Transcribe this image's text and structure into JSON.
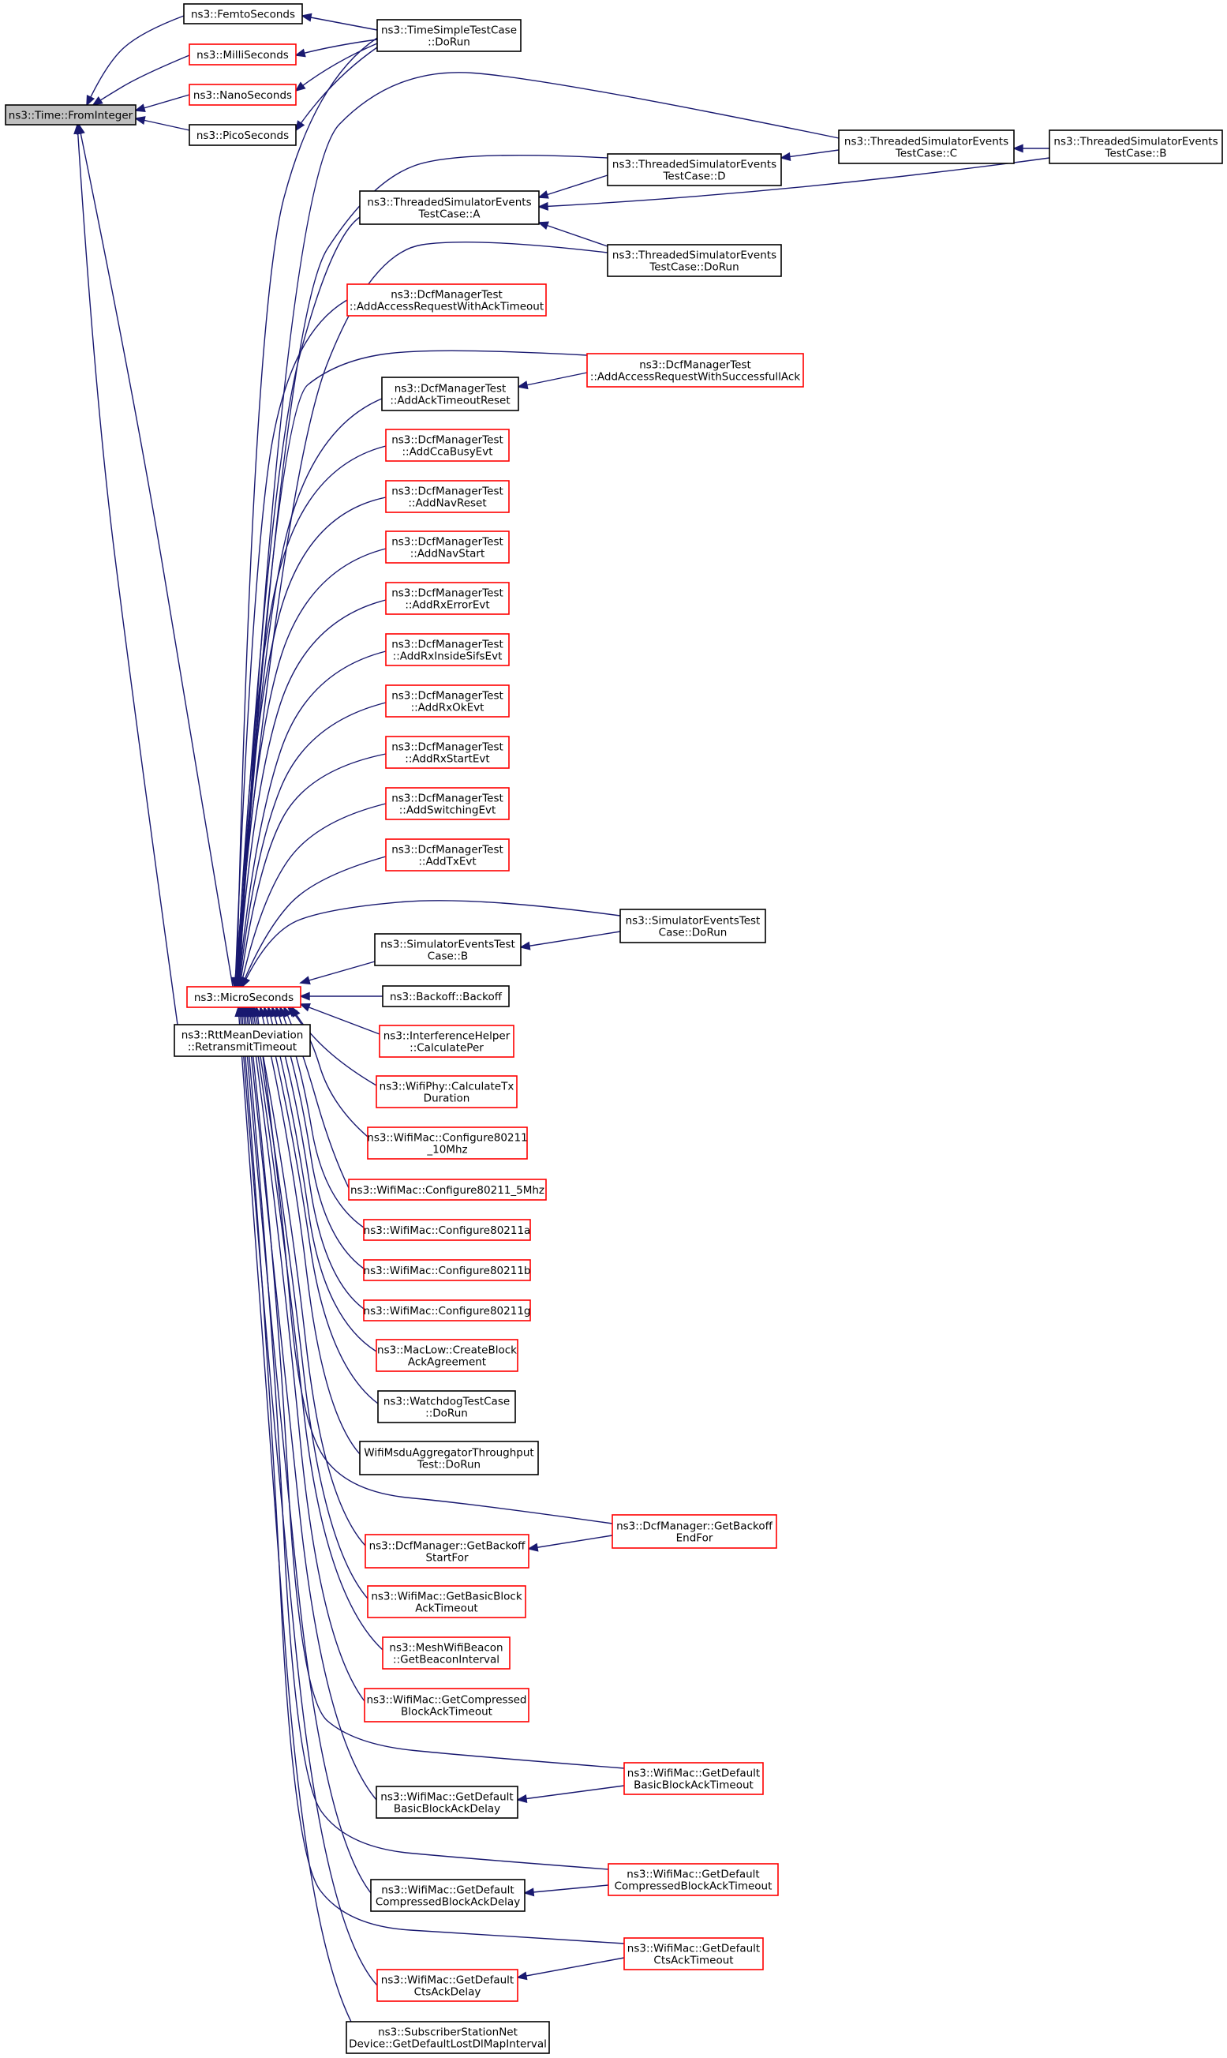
{
  "diagram": {
    "colors": {
      "edge": "#191970",
      "black_border": "#000000",
      "red_border": "#ff0000",
      "root_fill": "#bfbfbf",
      "fill": "#ffffff"
    },
    "nodes": [
      {
        "id": "fromInteger",
        "lines": [
          "ns3::Time::FromInteger"
        ],
        "border": "black",
        "fill": "root"
      },
      {
        "id": "femto",
        "lines": [
          "ns3::FemtoSeconds"
        ],
        "border": "black"
      },
      {
        "id": "milli",
        "lines": [
          "ns3::MilliSeconds"
        ],
        "border": "red"
      },
      {
        "id": "nano",
        "lines": [
          "ns3::NanoSeconds"
        ],
        "border": "red"
      },
      {
        "id": "pico",
        "lines": [
          "ns3::PicoSeconds"
        ],
        "border": "black"
      },
      {
        "id": "micro",
        "lines": [
          "ns3::MicroSeconds"
        ],
        "border": "red"
      },
      {
        "id": "rtt",
        "lines": [
          "ns3::RttMeanDeviation",
          "::RetransmitTimeout"
        ],
        "border": "black"
      },
      {
        "id": "timeSimple",
        "lines": [
          "ns3::TimeSimpleTestCase",
          "::DoRun"
        ],
        "border": "black"
      },
      {
        "id": "tsA",
        "lines": [
          "ns3::ThreadedSimulatorEvents",
          "TestCase::A"
        ],
        "border": "black"
      },
      {
        "id": "tsD",
        "lines": [
          "ns3::ThreadedSimulatorEvents",
          "TestCase::D"
        ],
        "border": "black"
      },
      {
        "id": "tsC",
        "lines": [
          "ns3::ThreadedSimulatorEvents",
          "TestCase::C"
        ],
        "border": "black"
      },
      {
        "id": "tsB",
        "lines": [
          "ns3::ThreadedSimulatorEvents",
          "TestCase::B"
        ],
        "border": "black"
      },
      {
        "id": "tsDoRun",
        "lines": [
          "ns3::ThreadedSimulatorEvents",
          "TestCase::DoRun"
        ],
        "border": "black"
      },
      {
        "id": "dcfAccAck",
        "lines": [
          "ns3::DcfManagerTest",
          "::AddAccessRequestWithAckTimeout"
        ],
        "border": "red"
      },
      {
        "id": "dcfAccSucc",
        "lines": [
          "ns3::DcfManagerTest",
          "::AddAccessRequestWithSuccessfullAck"
        ],
        "border": "red"
      },
      {
        "id": "dcfAckReset",
        "lines": [
          "ns3::DcfManagerTest",
          "::AddAckTimeoutReset"
        ],
        "border": "black"
      },
      {
        "id": "dcfCca",
        "lines": [
          "ns3::DcfManagerTest",
          "::AddCcaBusyEvt"
        ],
        "border": "red"
      },
      {
        "id": "dcfNavReset",
        "lines": [
          "ns3::DcfManagerTest",
          "::AddNavReset"
        ],
        "border": "red"
      },
      {
        "id": "dcfNavStart",
        "lines": [
          "ns3::DcfManagerTest",
          "::AddNavStart"
        ],
        "border": "red"
      },
      {
        "id": "dcfRxErr",
        "lines": [
          "ns3::DcfManagerTest",
          "::AddRxErrorEvt"
        ],
        "border": "red"
      },
      {
        "id": "dcfRxSifs",
        "lines": [
          "ns3::DcfManagerTest",
          "::AddRxInsideSifsEvt"
        ],
        "border": "red"
      },
      {
        "id": "dcfRxOk",
        "lines": [
          "ns3::DcfManagerTest",
          "::AddRxOkEvt"
        ],
        "border": "red"
      },
      {
        "id": "dcfRxStart",
        "lines": [
          "ns3::DcfManagerTest",
          "::AddRxStartEvt"
        ],
        "border": "red"
      },
      {
        "id": "dcfSwitch",
        "lines": [
          "ns3::DcfManagerTest",
          "::AddSwitchingEvt"
        ],
        "border": "red"
      },
      {
        "id": "dcfTx",
        "lines": [
          "ns3::DcfManagerTest",
          "::AddTxEvt"
        ],
        "border": "red"
      },
      {
        "id": "simB",
        "lines": [
          "ns3::SimulatorEventsTest",
          "Case::B"
        ],
        "border": "black"
      },
      {
        "id": "simDoRun",
        "lines": [
          "ns3::SimulatorEventsTest",
          "Case::DoRun"
        ],
        "border": "black"
      },
      {
        "id": "backoff",
        "lines": [
          "ns3::Backoff::Backoff"
        ],
        "border": "black"
      },
      {
        "id": "interf",
        "lines": [
          "ns3::InterferenceHelper",
          "::CalculatePer"
        ],
        "border": "red"
      },
      {
        "id": "wifiPhy",
        "lines": [
          "ns3::WifiPhy::CalculateTx",
          "Duration"
        ],
        "border": "red"
      },
      {
        "id": "cfg10",
        "lines": [
          "ns3::WifiMac::Configure80211",
          "_10Mhz"
        ],
        "border": "red"
      },
      {
        "id": "cfg5",
        "lines": [
          "ns3::WifiMac::Configure80211_5Mhz"
        ],
        "border": "red"
      },
      {
        "id": "cfgA",
        "lines": [
          "ns3::WifiMac::Configure80211a"
        ],
        "border": "red"
      },
      {
        "id": "cfgB",
        "lines": [
          "ns3::WifiMac::Configure80211b"
        ],
        "border": "red"
      },
      {
        "id": "cfgG",
        "lines": [
          "ns3::WifiMac::Configure80211g"
        ],
        "border": "red"
      },
      {
        "id": "macLow",
        "lines": [
          "ns3::MacLow::CreateBlock",
          "AckAgreement"
        ],
        "border": "red"
      },
      {
        "id": "watchdog",
        "lines": [
          "ns3::WatchdogTestCase",
          "::DoRun"
        ],
        "border": "black"
      },
      {
        "id": "wifiMsdu",
        "lines": [
          "WifiMsduAggregatorThroughput",
          "Test::DoRun"
        ],
        "border": "black"
      },
      {
        "id": "dcfBackoffEnd",
        "lines": [
          "ns3::DcfManager::GetBackoff",
          "EndFor"
        ],
        "border": "red"
      },
      {
        "id": "dcfBackoffStart",
        "lines": [
          "ns3::DcfManager::GetBackoff",
          "StartFor"
        ],
        "border": "red"
      },
      {
        "id": "basicBlockAck",
        "lines": [
          "ns3::WifiMac::GetBasicBlock",
          "AckTimeout"
        ],
        "border": "red"
      },
      {
        "id": "meshBeacon",
        "lines": [
          "ns3::MeshWifiBeacon",
          "::GetBeaconInterval"
        ],
        "border": "red"
      },
      {
        "id": "compBlockAck",
        "lines": [
          "ns3::WifiMac::GetCompressed",
          "BlockAckTimeout"
        ],
        "border": "red"
      },
      {
        "id": "defBasicTimeout",
        "lines": [
          "ns3::WifiMac::GetDefault",
          "BasicBlockAckTimeout"
        ],
        "border": "red"
      },
      {
        "id": "defBasicDelay",
        "lines": [
          "ns3::WifiMac::GetDefault",
          "BasicBlockAckDelay"
        ],
        "border": "black"
      },
      {
        "id": "defCompTimeout",
        "lines": [
          "ns3::WifiMac::GetDefault",
          "CompressedBlockAckTimeout"
        ],
        "border": "red"
      },
      {
        "id": "defCompDelay",
        "lines": [
          "ns3::WifiMac::GetDefault",
          "CompressedBlockAckDelay"
        ],
        "border": "black"
      },
      {
        "id": "defCtsTimeout",
        "lines": [
          "ns3::WifiMac::GetDefault",
          "CtsAckTimeout"
        ],
        "border": "red"
      },
      {
        "id": "defCtsDelay",
        "lines": [
          "ns3::WifiMac::GetDefault",
          "CtsAckDelay"
        ],
        "border": "red"
      },
      {
        "id": "subscriber",
        "lines": [
          "ns3::SubscriberStationNet",
          "Device::GetDefaultLostDlMapInterval"
        ],
        "border": "black"
      }
    ],
    "edges": [
      {
        "from": "femto",
        "to": "fromInteger"
      },
      {
        "from": "milli",
        "to": "fromInteger"
      },
      {
        "from": "nano",
        "to": "fromInteger"
      },
      {
        "from": "pico",
        "to": "fromInteger"
      },
      {
        "from": "micro",
        "to": "fromInteger"
      },
      {
        "from": "rtt",
        "to": "fromInteger"
      },
      {
        "from": "timeSimple",
        "to": "femto"
      },
      {
        "from": "timeSimple",
        "to": "milli"
      },
      {
        "from": "timeSimple",
        "to": "nano"
      },
      {
        "from": "timeSimple",
        "to": "pico"
      },
      {
        "from": "timeSimple",
        "to": "micro"
      },
      {
        "from": "tsC",
        "to": "micro"
      },
      {
        "from": "tsD",
        "to": "micro"
      },
      {
        "from": "tsA",
        "to": "micro"
      },
      {
        "from": "tsDoRun",
        "to": "micro"
      },
      {
        "from": "tsD",
        "to": "tsA"
      },
      {
        "from": "tsB",
        "to": "tsA"
      },
      {
        "from": "tsDoRun",
        "to": "tsA"
      },
      {
        "from": "tsC",
        "to": "tsD"
      },
      {
        "from": "tsB",
        "to": "tsC"
      },
      {
        "from": "dcfAccAck",
        "to": "micro"
      },
      {
        "from": "dcfAccSucc",
        "to": "micro"
      },
      {
        "from": "dcfAccSucc",
        "to": "dcfAckReset"
      },
      {
        "from": "dcfAckReset",
        "to": "micro"
      },
      {
        "from": "dcfCca",
        "to": "micro"
      },
      {
        "from": "dcfNavReset",
        "to": "micro"
      },
      {
        "from": "dcfNavStart",
        "to": "micro"
      },
      {
        "from": "dcfRxErr",
        "to": "micro"
      },
      {
        "from": "dcfRxSifs",
        "to": "micro"
      },
      {
        "from": "dcfRxOk",
        "to": "micro"
      },
      {
        "from": "dcfRxStart",
        "to": "micro"
      },
      {
        "from": "dcfSwitch",
        "to": "micro"
      },
      {
        "from": "dcfTx",
        "to": "micro"
      },
      {
        "from": "simDoRun",
        "to": "micro"
      },
      {
        "from": "simDoRun",
        "to": "simB"
      },
      {
        "from": "simB",
        "to": "micro"
      },
      {
        "from": "backoff",
        "to": "micro"
      },
      {
        "from": "interf",
        "to": "micro"
      },
      {
        "from": "wifiPhy",
        "to": "micro"
      },
      {
        "from": "cfg10",
        "to": "micro"
      },
      {
        "from": "cfg5",
        "to": "micro"
      },
      {
        "from": "cfgA",
        "to": "micro"
      },
      {
        "from": "cfgB",
        "to": "micro"
      },
      {
        "from": "cfgG",
        "to": "micro"
      },
      {
        "from": "macLow",
        "to": "micro"
      },
      {
        "from": "watchdog",
        "to": "micro"
      },
      {
        "from": "wifiMsdu",
        "to": "micro"
      },
      {
        "from": "dcfBackoffEnd",
        "to": "micro"
      },
      {
        "from": "dcfBackoffEnd",
        "to": "dcfBackoffStart"
      },
      {
        "from": "dcfBackoffStart",
        "to": "micro"
      },
      {
        "from": "basicBlockAck",
        "to": "micro"
      },
      {
        "from": "meshBeacon",
        "to": "micro"
      },
      {
        "from": "compBlockAck",
        "to": "micro"
      },
      {
        "from": "defBasicTimeout",
        "to": "micro"
      },
      {
        "from": "defBasicTimeout",
        "to": "defBasicDelay"
      },
      {
        "from": "defBasicDelay",
        "to": "micro"
      },
      {
        "from": "defCompTimeout",
        "to": "micro"
      },
      {
        "from": "defCompTimeout",
        "to": "defCompDelay"
      },
      {
        "from": "defCompDelay",
        "to": "micro"
      },
      {
        "from": "defCtsTimeout",
        "to": "micro"
      },
      {
        "from": "defCtsTimeout",
        "to": "defCtsDelay"
      },
      {
        "from": "defCtsDelay",
        "to": "micro"
      },
      {
        "from": "subscriber",
        "to": "micro"
      }
    ]
  }
}
